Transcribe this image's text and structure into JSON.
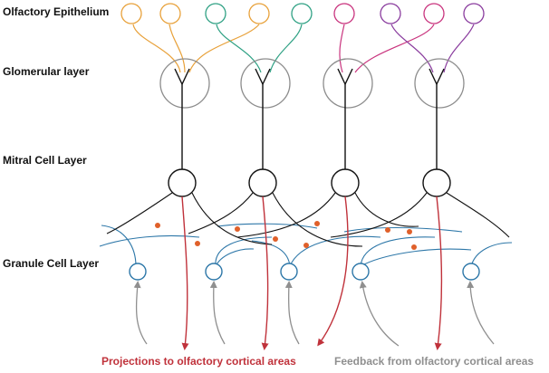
{
  "layers": {
    "epithelium": "Olfactory Epithelium",
    "glomerular": "Glomerular layer",
    "mitral": "Mitral Cell Layer",
    "granule": "Granule Cell Layer"
  },
  "captions": {
    "projections": "Projections to olfactory cortical areas",
    "feedback": "Feedback from olfactory cortical areas"
  },
  "colors": {
    "receptor_orange": "#e8a13a",
    "receptor_green": "#2fa184",
    "receptor_pink": "#c9347e",
    "receptor_purple": "#8a3c9e",
    "glomerulus": "#8c8c8c",
    "mitral": "#111111",
    "granule": "#2d77a8",
    "synapse": "#e0602a",
    "projection": "#c0323b",
    "feedback": "#8f8f8f"
  }
}
